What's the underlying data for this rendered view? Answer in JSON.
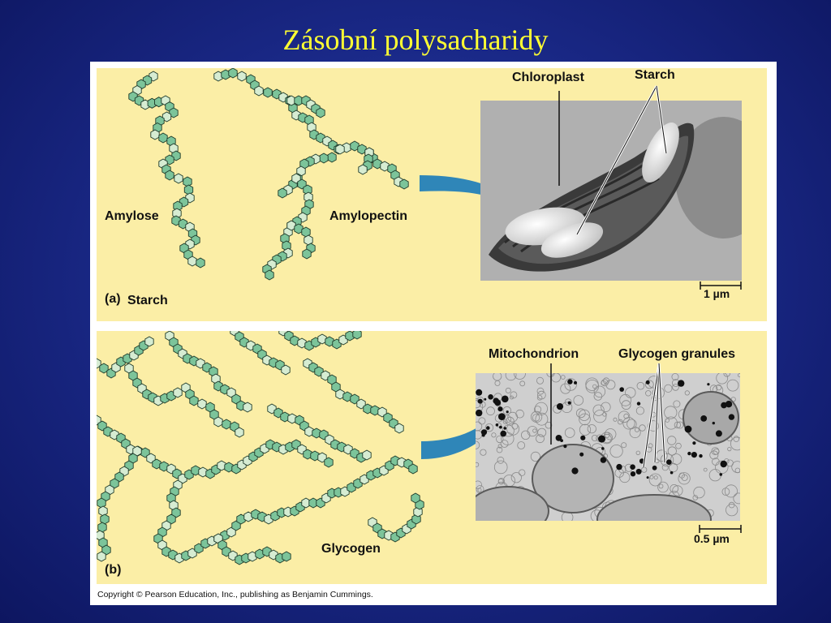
{
  "slide": {
    "title": "Zásobní polysacharidy"
  },
  "panel_a": {
    "caption_letter": "(a)",
    "caption_text": "Starch",
    "amylose_label": "Amylose",
    "amylopectin_label": "Amylopectin",
    "chloroplast_label": "Chloroplast",
    "starch_label": "Starch",
    "scale_label": "1 µm"
  },
  "panel_b": {
    "caption_letter": "(b)",
    "glycogen_label": "Glycogen",
    "mitochondrion_label": "Mitochondrion",
    "granules_label": "Glycogen granules",
    "scale_label": "0.5 µm"
  },
  "colors": {
    "panel_bg": "#fbeea6",
    "monomer_fill": "#7cc49a",
    "monomer_light": "#d6ecd2",
    "arrow": "#2f86b8"
  },
  "copyright": "Copyright © Pearson Education, Inc., publishing as Benjamin Cummings."
}
